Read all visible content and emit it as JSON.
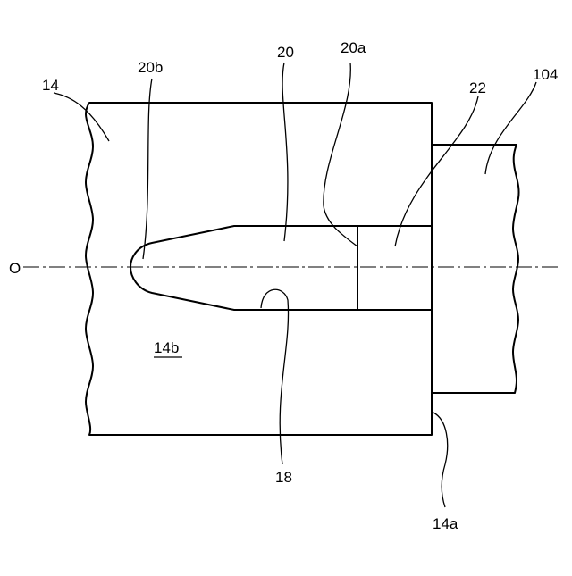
{
  "labels": {
    "axis_o": "O",
    "ref_14": "14",
    "ref_14a": "14a",
    "ref_14b": "14b",
    "ref_18": "18",
    "ref_20": "20",
    "ref_20a": "20a",
    "ref_20b": "20b",
    "ref_22": "22",
    "ref_104": "104"
  }
}
